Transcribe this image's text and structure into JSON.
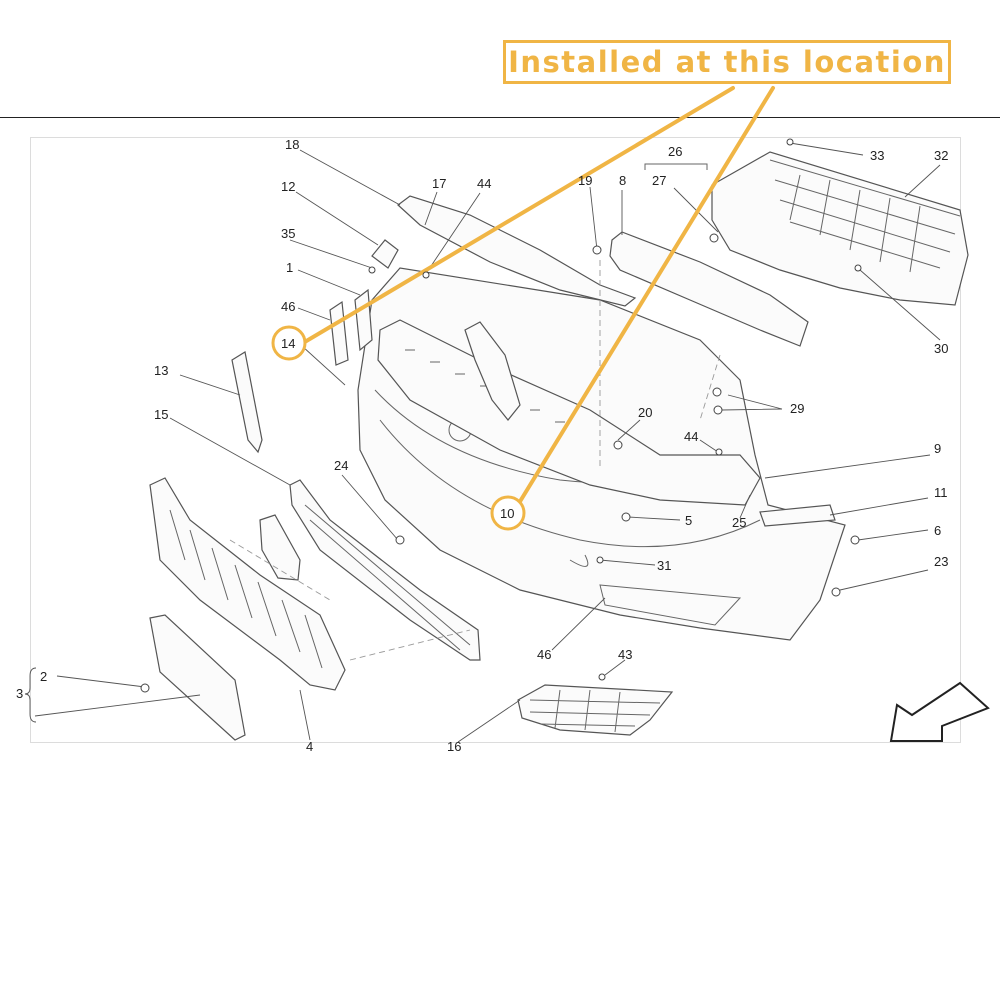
{
  "banner": {
    "text": "Installed at this location"
  },
  "colors": {
    "highlight": "#f0b545",
    "line": "#555555"
  },
  "labels": {
    "l1": "1",
    "l2": "2",
    "l3": "3",
    "l4": "4",
    "l5": "5",
    "l6": "6",
    "l8": "8",
    "l9": "9",
    "l10": "10",
    "l11": "11",
    "l12": "12",
    "l13": "13",
    "l14": "14",
    "l15": "15",
    "l16": "16",
    "l17": "17",
    "l18": "18",
    "l19": "19",
    "l20": "20",
    "l23": "23",
    "l24": "24",
    "l25": "25",
    "l26": "26",
    "l27": "27",
    "l29": "29",
    "l30": "30",
    "l31": "31",
    "l32": "32",
    "l33": "33",
    "l35": "35",
    "l43": "43",
    "l44a": "44",
    "l44b": "44",
    "l46a": "46",
    "l46b": "46"
  }
}
